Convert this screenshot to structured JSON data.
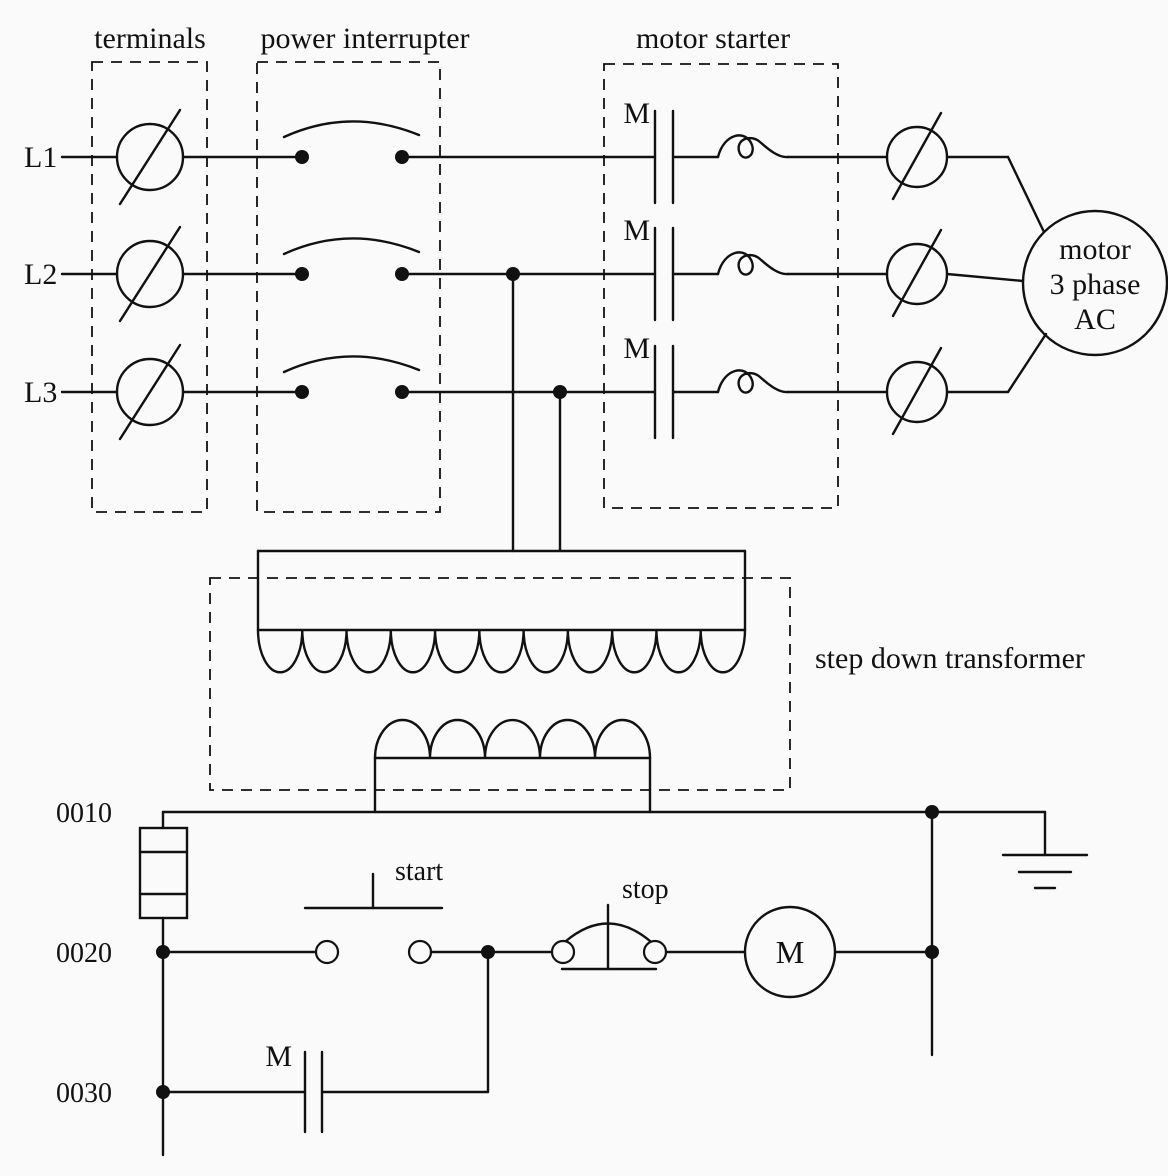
{
  "sections": {
    "terminals": "terminals",
    "power_interrupter": "power interrupter",
    "motor_starter": "motor starter",
    "step_down_transformer": "step down transformer"
  },
  "power_lines": {
    "l1": "L1",
    "l2": "L2",
    "l3": "L3"
  },
  "starter_contacts": {
    "m1": "M",
    "m2": "M",
    "m3": "M"
  },
  "motor": {
    "line1": "motor",
    "line2": "3 phase",
    "line3": "AC"
  },
  "control": {
    "rung_0010": "0010",
    "rung_0020": "0020",
    "rung_0030": "0030",
    "start": "start",
    "stop": "stop",
    "coil_m": "M",
    "seal_in_m": "M"
  },
  "colors": {
    "ink": "#111111",
    "background": "#fafafa"
  }
}
